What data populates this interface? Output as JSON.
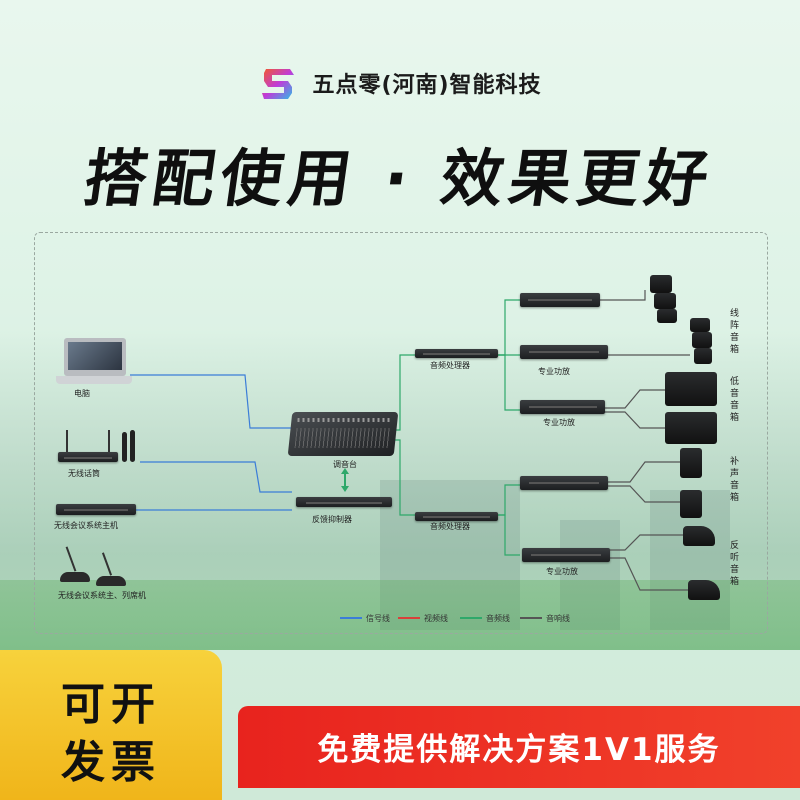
{
  "brand": {
    "name": "五点零(河南)智能科技",
    "logo_colors": [
      "#f35a2a",
      "#8b3cf0",
      "#27c3e8"
    ]
  },
  "headline": "搭配使用 · 效果更好",
  "devices": {
    "computer": "电脑",
    "wireless_mic": "无线话筒",
    "conf_host": "无线会议系统主机",
    "conf_host_units": "无线会议系统主、列席机",
    "mixer": "调音台",
    "feedback": "反馈抑制器",
    "dsp_top": "音频处理器",
    "dsp_bottom": "音频处理器",
    "amp_1": "专业功放",
    "amp_2": "专业功放",
    "amp_3": "专业功放"
  },
  "speaker_groups": {
    "line_array": "线阵音箱",
    "subwoofer": "低音音箱",
    "fill": "补声音箱",
    "monitor": "反听音箱"
  },
  "legend": [
    {
      "label": "信号线",
      "color": "#3b7dd8"
    },
    {
      "label": "视频线",
      "color": "#d9403a"
    },
    {
      "label": "音频线",
      "color": "#2ea86a"
    },
    {
      "label": "音响线",
      "color": "#555555"
    }
  ],
  "badge": {
    "line1": "可开",
    "line2": "发票"
  },
  "offer": "免费提供解决方案1V1服务"
}
